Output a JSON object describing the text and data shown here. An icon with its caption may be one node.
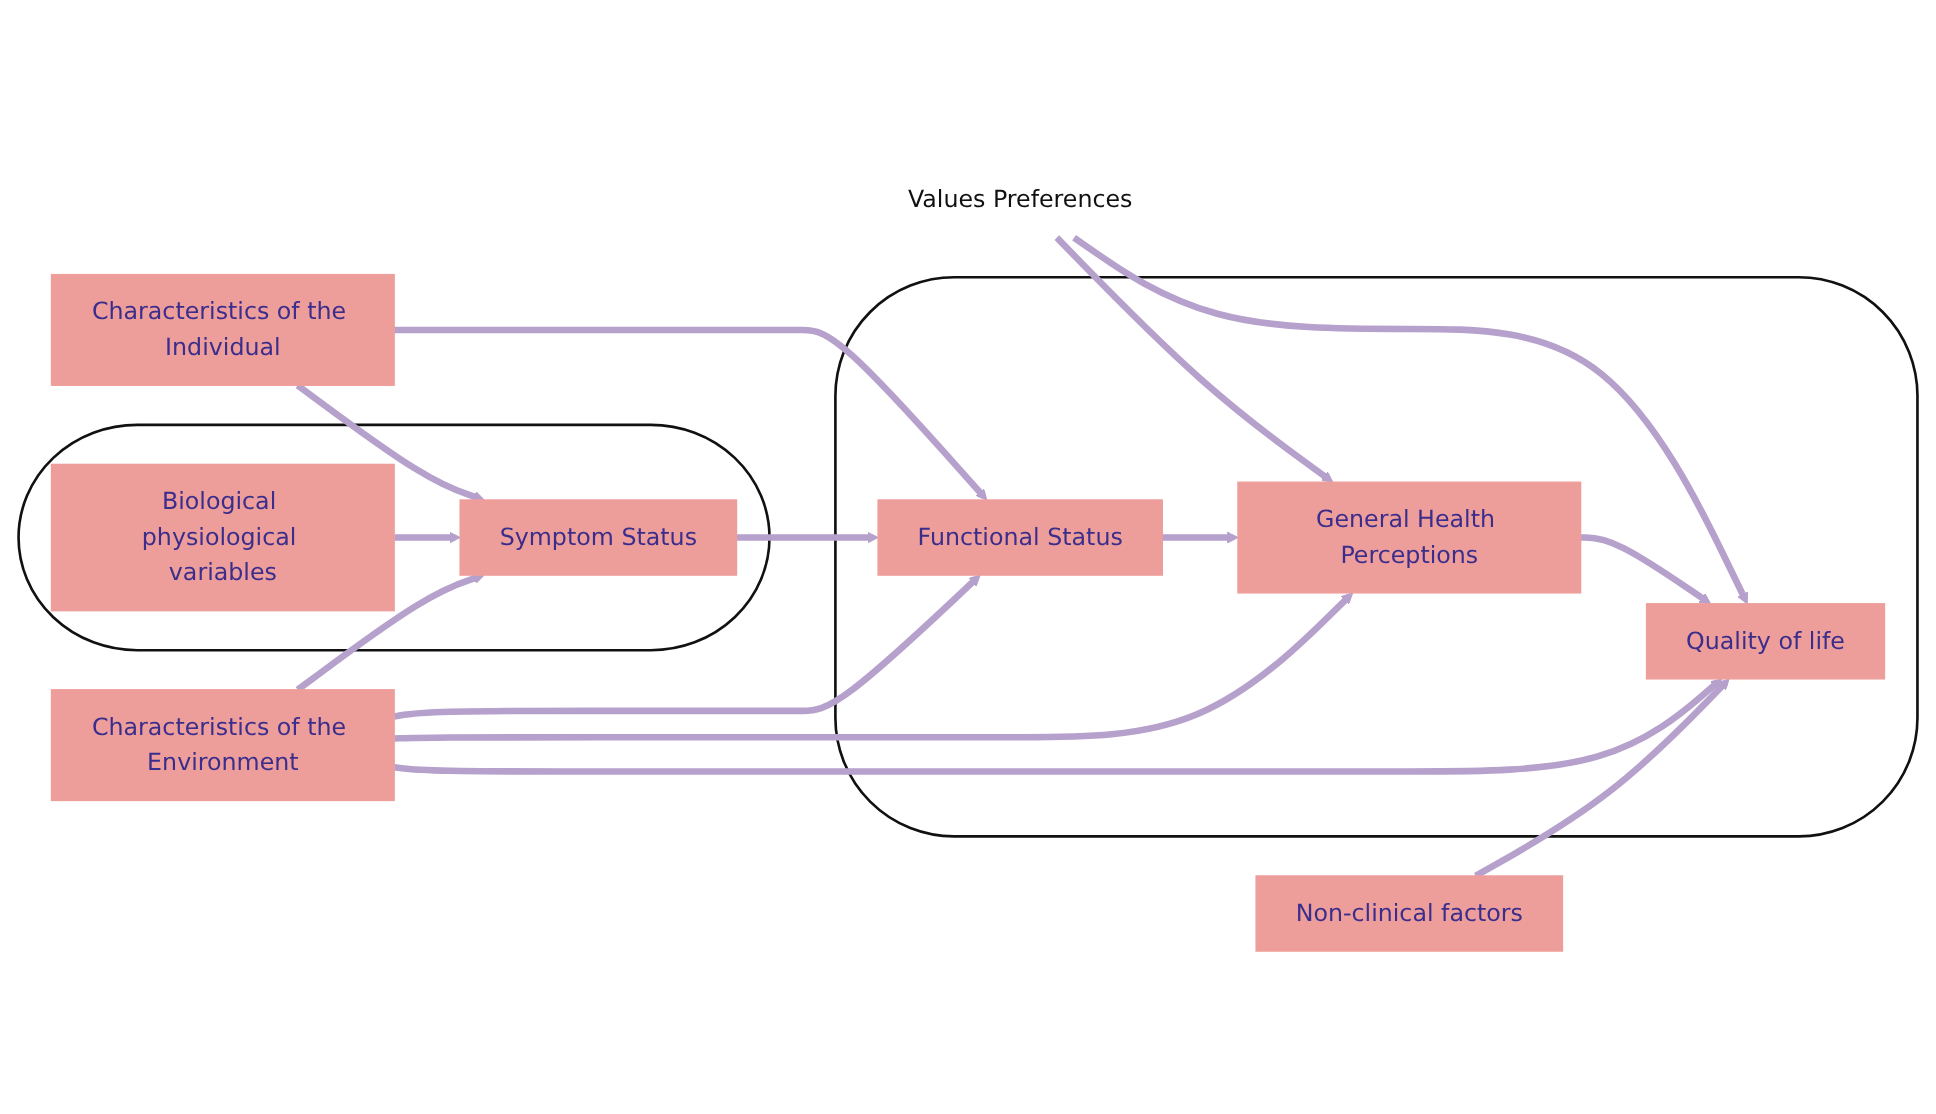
{
  "diagram": {
    "nodes": [
      {
        "text": [
          "Characteristics of the Individual"
        ]
      },
      {
        "text": [
          "Values Preferences"
        ]
      },
      {
        "text": [],
        "shape": "ellipse"
      },
      {
        "text": [
          "Biological physiological variables"
        ],
        "in": 2
      },
      {
        "text": [
          "Symptom Status"
        ],
        "in": 2
      },
      {
        "text": [],
        "shape": "ellipse"
      },
      {
        "text": [
          "Functional Status"
        ],
        "in": 5
      },
      {
        "text": [
          "General Health Perceptions"
        ],
        "in": 5
      },
      {
        "text": [
          "Quality of life"
        ],
        "in": 5
      },
      {
        "text": [
          "Characteristics of the Environment"
        ]
      },
      {
        "text": [
          "Non-clinical factors"
        ]
      }
    ],
    "edges": [
      {
        "from": 0,
        "to": 4,
        "arrow": "to"
      },
      {
        "from": 0,
        "to": 6,
        "arrow": "to"
      },
      {
        "from": 1,
        "to": 7,
        "arrow": "to"
      },
      {
        "from": 1,
        "to": 8,
        "arrow": "to"
      },
      {
        "from": 3,
        "to": 4,
        "arrow": "to"
      },
      {
        "from": 4,
        "to": 6,
        "arrow": "to"
      },
      {
        "from": 6,
        "to": 7,
        "arrow": "to"
      },
      {
        "from": 7,
        "to": 8,
        "arrow": "to"
      },
      {
        "from": 9,
        "to": 4,
        "arrow": "to"
      },
      {
        "from": 9,
        "to": 6,
        "arrow": "to"
      },
      {
        "from": 9,
        "to": 7,
        "arrow": "to"
      },
      {
        "from": 9,
        "to": 8,
        "arrow": "to"
      },
      {
        "from": 10,
        "to": 8,
        "arrow": "to"
      }
    ]
  }
}
